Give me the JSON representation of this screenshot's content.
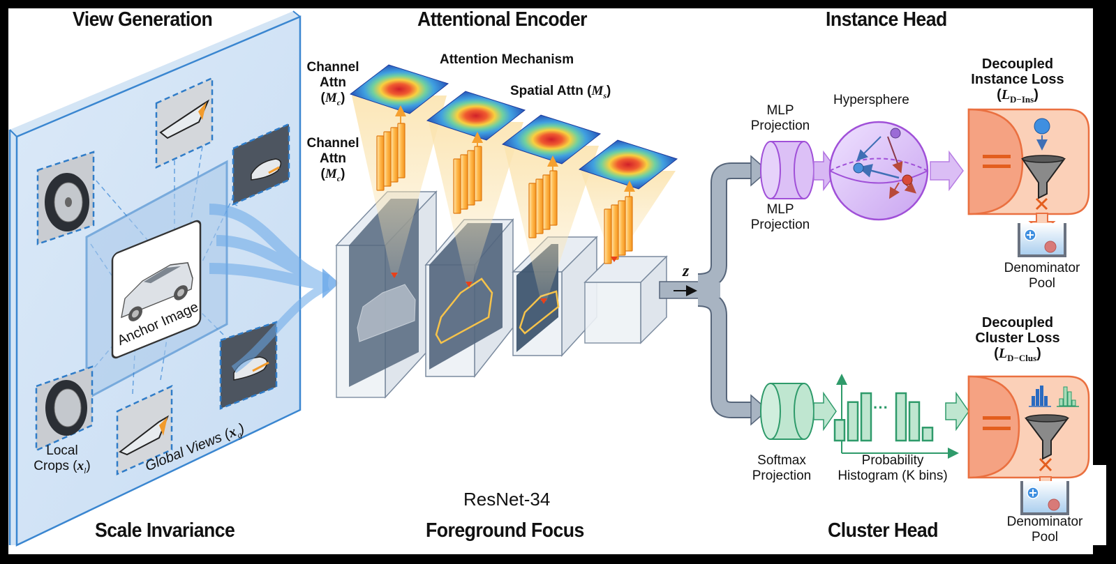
{
  "sections": {
    "view_generation": {
      "title": "View Generation",
      "footer": "Scale Invariance"
    },
    "attentional_encoder": {
      "title": "Attentional Encoder",
      "footer": "Foreground Focus",
      "backbone": "ResNet-34"
    },
    "instance_head": {
      "title": "Instance Head"
    },
    "cluster_head": {
      "footer": "Cluster Head"
    }
  },
  "view_generation": {
    "anchor_label": "Anchor Image",
    "local_crops": {
      "label": "Local",
      "label2": "Crops (",
      "symbol": "x",
      "sub": "l",
      "close": ")"
    },
    "global_views": {
      "label": "Global Views (",
      "symbol": "x",
      "sub": "g",
      "close": ")"
    },
    "crops": [
      "wheel",
      "headlight",
      "side-mirror",
      "wheel",
      "headlight",
      "side-mirror"
    ]
  },
  "encoder": {
    "attention_mechanism": "Attention Mechanism",
    "channel_attn_top": {
      "line1": "Channel",
      "line2": "Attn",
      "open": "(",
      "symbol": "M",
      "sub": "c",
      "close": ")"
    },
    "channel_attn_mid": {
      "line1": "Channel",
      "line2": "Attn",
      "open": "(",
      "symbol": "M",
      "sub": "c",
      "close": ")"
    },
    "spatial_attn": {
      "label": "Spatial Attn (",
      "symbol": "M",
      "sub": "s",
      "close": ")"
    },
    "stages": 4,
    "output_symbol": "z"
  },
  "instance_head": {
    "projection_top": {
      "line1": "MLP",
      "line2": "Projection"
    },
    "projection_bottom": {
      "line1": "MLP",
      "line2": "Projection"
    },
    "hypersphere": "Hypersphere",
    "loss": {
      "line1": "Decoupled",
      "line2": "Instance Loss",
      "open": "(",
      "symbol": "L",
      "sub": "D−Ins",
      "close": ")"
    },
    "pool": {
      "line1": "Denominator",
      "line2": "Pool"
    }
  },
  "cluster_head": {
    "projection": {
      "line1": "Softmax",
      "line2": "Projection"
    },
    "histogram": {
      "line1": "Probability",
      "line2": "Histogram (K bins)",
      "ellipsis": "···",
      "bins_left": [
        0.35,
        0.65,
        0.8
      ],
      "bins_right": [
        0.8,
        0.65,
        0.22
      ]
    },
    "loss": {
      "line1": "Decoupled",
      "line2": "Cluster Loss",
      "open": "(",
      "symbol": "L",
      "sub": "D−Clus",
      "close": ")"
    },
    "pool": {
      "line1": "Denominator",
      "line2": "Pool"
    }
  },
  "colors": {
    "glass_blue": "#4a90d9",
    "instance_purple": "#b070e0",
    "cluster_green": "#2e9a6a",
    "loss_orange": "#f08050",
    "flow_gray": "#8a97a8"
  }
}
